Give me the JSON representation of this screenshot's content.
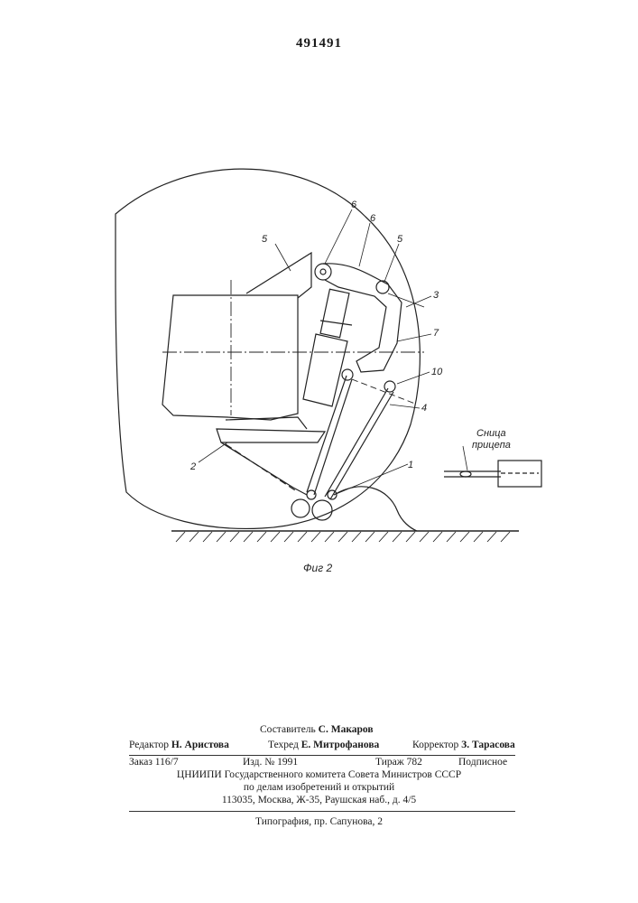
{
  "header": {
    "patent_number": "491491"
  },
  "figure": {
    "caption": "Фиг 2",
    "hitch_label_line1": "Сница",
    "hitch_label_line2": "прицепа",
    "callouts": {
      "n1": "1",
      "n2": "2",
      "n3": "3",
      "n4": "4",
      "n5a": "5",
      "n5b": "5",
      "n6a": "6",
      "n6b": "6",
      "n7": "7",
      "n10": "10"
    }
  },
  "colophon": {
    "compiler_label": "Составитель",
    "compiler_name": "С. Макаров",
    "editor_label": "Редактор",
    "editor_name": "Н. Аристова",
    "techred_label": "Техред",
    "techred_name": "Е. Митрофанова",
    "corrector_label": "Корректор",
    "corrector_name": "З. Тарасова",
    "order": "Заказ 116/7",
    "issue": "Изд. № 1991",
    "circulation": "Тираж 782",
    "subscription": "Подписное",
    "org_line1": "ЦНИИПИ Государственного комитета Совета Министров СССР",
    "org_line2": "по делам изобретений и открытий",
    "address": "113035, Москва, Ж-35, Раушская наб., д. 4/5",
    "printer": "Типография, пр. Сапунова, 2"
  }
}
